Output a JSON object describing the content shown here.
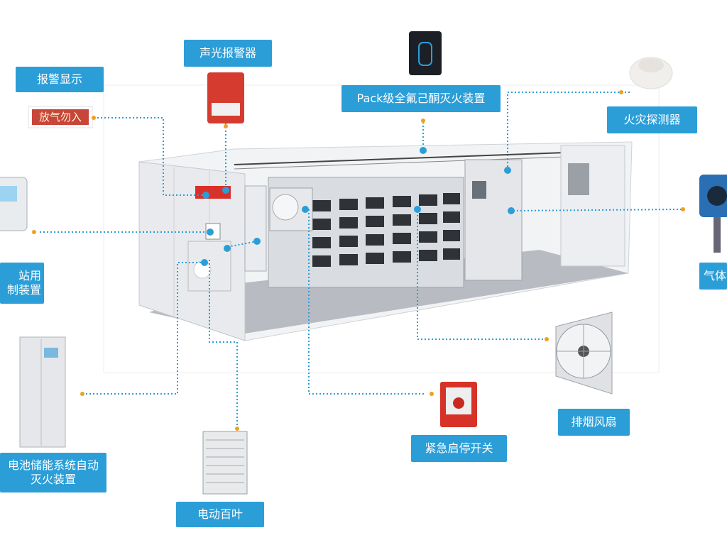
{
  "labels": {
    "alarm_display": "报警显示",
    "sound_light_alarm": "声光报警器",
    "pack_extinguisher": "Pack级全氟己酮灭火装置",
    "fire_detector": "火灾探测器",
    "station_control_line1": "站用",
    "station_control_line2": "制装置",
    "gas_detector": "气体",
    "battery_system_line1": "电池储能系统自动",
    "battery_system_line2": "灭火装置",
    "electric_louver": "电动百叶",
    "emergency_switch": "紧急启停开关",
    "exhaust_fan": "排烟风扇"
  },
  "sign": {
    "no_entry_text": "放气勿入"
  },
  "colors": {
    "label_bg": "#2b9ed8",
    "dot": "#2b9ed8",
    "orange_dot": "#f0a020",
    "dotted_line": "#2b9ed8"
  }
}
